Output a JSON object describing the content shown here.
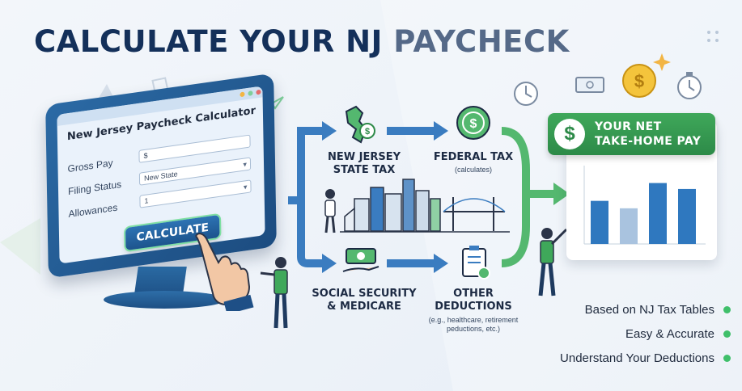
{
  "title": "CALCULATE YOUR NJ PAYCHECK",
  "calculator": {
    "heading": "New Jersey Paycheck Calculator",
    "fields": [
      {
        "label": "Gross Pay",
        "value": "$"
      },
      {
        "label": "Filing Status",
        "value": "New State"
      },
      {
        "label": "Allowances",
        "value": "1"
      }
    ],
    "button_label": "CALCULATE"
  },
  "flow": {
    "state_tax": {
      "line1": "NEW JERSEY",
      "line2": "STATE TAX"
    },
    "federal_tax": {
      "label": "FEDERAL TAX",
      "sub": "(calculates)"
    },
    "social_security": {
      "line1": "SOCIAL SECURITY",
      "line2": "& MEDICARE"
    },
    "other_deductions": {
      "line1": "OTHER",
      "line2": "DEDUCTIONS",
      "sub1": "(e.g., healthcare, retirement",
      "sub2": "peductions, etc.)"
    }
  },
  "result": {
    "symbol": "$",
    "line1": "YOUR NET",
    "line2": "TAKE-HOME PAY"
  },
  "chart_data": {
    "type": "bar",
    "values": [
      58,
      48,
      82,
      74
    ],
    "ylim": [
      0,
      100
    ]
  },
  "features": [
    "Based on NJ Tax Tables",
    "Easy & Accurate",
    "Understand Your Deductions"
  ],
  "colors": {
    "navy": "#14305a",
    "accent_blue": "#2d73b4",
    "accent_green": "#3fa85a",
    "bar_blue": "#2f78bf",
    "bar_light": "#a9c3df"
  }
}
